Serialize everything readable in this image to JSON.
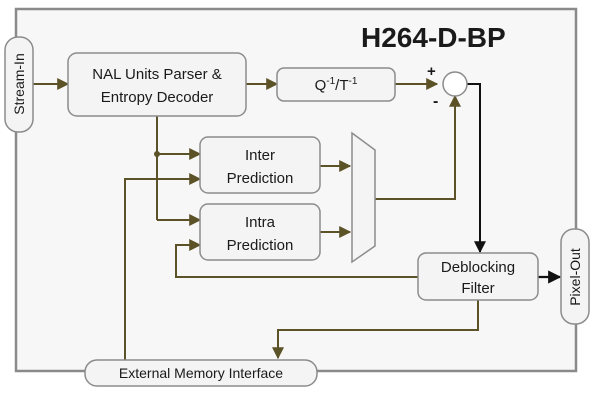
{
  "title": "H264-D-BP",
  "ports": {
    "stream_in": "Stream-In",
    "pixel_out": "Pixel-Out",
    "memory": "External Memory Interface"
  },
  "blocks": {
    "parser_line1": "NAL Units Parser &",
    "parser_line2": "Entropy Decoder",
    "quant_q": "Q",
    "quant_sup1": "-1",
    "quant_sep": "/T",
    "quant_sup2": "-1",
    "inter_line1": "Inter",
    "inter_line2": "Prediction",
    "intra_line1": "Intra",
    "intra_line2": "Prediction",
    "deblock_line1": "Deblocking",
    "deblock_line2": "Filter"
  },
  "adder": {
    "plus": "+",
    "minus": "-"
  },
  "colors": {
    "frame": "#8a8a8a",
    "block_fill": "#f4f4f4",
    "block_stroke": "#8c8c8c",
    "datapath": "#5b5227",
    "signal": "#111111"
  }
}
